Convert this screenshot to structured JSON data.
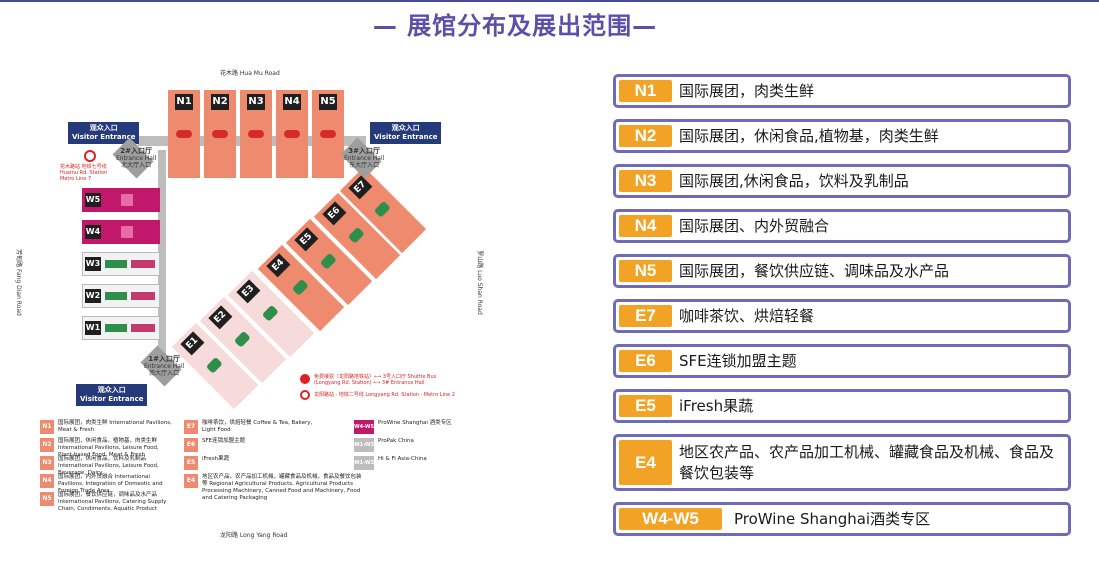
{
  "title": "— 展馆分布及展出范围—",
  "map": {
    "road_top": "花木路 Hua Mu Road",
    "road_bottom": "龙阳路 Long Yang Road",
    "road_left": "芳甸路 Fang Dian Road",
    "road_right": "罗山路 Luo Shan Road",
    "halls_n": [
      "N1",
      "N2",
      "N3",
      "N4",
      "N5"
    ],
    "halls_w": [
      "W5",
      "W4",
      "W3",
      "W2",
      "W1"
    ],
    "halls_e": [
      "E1",
      "E2",
      "E3",
      "E4",
      "E5",
      "E6",
      "E7"
    ],
    "entrances": [
      {
        "zh": "观众入口",
        "en": "Visitor Entrance"
      },
      {
        "zh": "观众入口",
        "en": "Visitor Entrance"
      },
      {
        "zh": "观众入口",
        "en": "Visitor Entrance"
      }
    ],
    "lobbies": [
      {
        "num": "2#入口厅",
        "en": "Entrance Hall",
        "zh": "北大厅入口"
      },
      {
        "num": "3#入口厅",
        "en": "Entrance Hall",
        "zh": "东大厅入口"
      },
      {
        "num": "1#入口厅",
        "en": "Entrance Hall",
        "zh": "南大厅入口"
      }
    ],
    "metro_north": "花木路站 地铁七号线 Huamu Rd. Station Metro Line 7",
    "shuttle": "免费接驳（龙阳路地铁站）⟷ 3号入口厅 Shuttle Bus (Longyang Rd. Station) ⟷ 3# Entrance Hall",
    "metro_south": "龙阳路站 · 地铁二号线 Longyang Rd. Station · Metro Line 2",
    "legend": [
      {
        "tag": "N1",
        "text": "国际展团，肉类生鲜 International Pavilions, Meat & Fresh"
      },
      {
        "tag": "N2",
        "text": "国际展团，休闲食品，植物基，肉类生鲜 International Pavilions, Leisure Food, Plant-based Food, Meat & Fresh"
      },
      {
        "tag": "N3",
        "text": "国际展团，休闲食品，饮料及乳制品 International Pavilions, Leisure Food, Beverage, Dairy"
      },
      {
        "tag": "N4",
        "text": "国际展团，内外贸融合 International Pavilions, Integration of Domestic and Foreign Trade Area"
      },
      {
        "tag": "N5",
        "text": "国际展团，餐饮供应链，调味品及水产品 International Pavilions, Catering Supply Chain, Condiments, Aquatic Product"
      },
      {
        "tag": "E7",
        "text": "咖啡茶饮，烘焙轻餐 Coffee & Tea, Bakery, Light Food"
      },
      {
        "tag": "E6",
        "text": "SFE连锁加盟主题"
      },
      {
        "tag": "E5",
        "text": "iFresh果蔬"
      },
      {
        "tag": "E4",
        "text": "地区农产品，农产品加工机械，罐藏食品及机械，食品及餐饮包装等 Regional Agricultural Products, Agricultural Products Processing Machinery, Canned Food and Machinery, Food and Catering Packaging"
      },
      {
        "tag": "W4-W5",
        "text": "ProWine Shanghai 酒类专区"
      },
      {
        "tag": "W1-W3",
        "text": "ProPak China"
      },
      {
        "tag": "W1-W3",
        "text": "Hi & Fi Asia-China"
      }
    ]
  },
  "list": [
    {
      "badge": "N1",
      "text": "国际展团，肉类生鲜"
    },
    {
      "badge": "N2",
      "text": "国际展团，休闲食品,植物基，肉类生鲜"
    },
    {
      "badge": "N3",
      "text": "国际展团,休闲食品，饮料及乳制品"
    },
    {
      "badge": "N4",
      "text": "国际展团、内外贸融合"
    },
    {
      "badge": "N5",
      "text": "国际展团，餐饮供应链、调味品及水产品"
    },
    {
      "badge": "E7",
      "text": "咖啡茶饮、烘焙轻餐"
    },
    {
      "badge": "E6",
      "text": "SFE连锁加盟主题"
    },
    {
      "badge": "E5",
      "text": "iFresh果蔬"
    },
    {
      "badge": "E4",
      "text": "地区农产品、农产品加工机械、罐藏食品及机械、食品及餐饮包装等"
    },
    {
      "badge": "W4-W5",
      "text": "ProWine Shanghai酒类专区"
    }
  ]
}
